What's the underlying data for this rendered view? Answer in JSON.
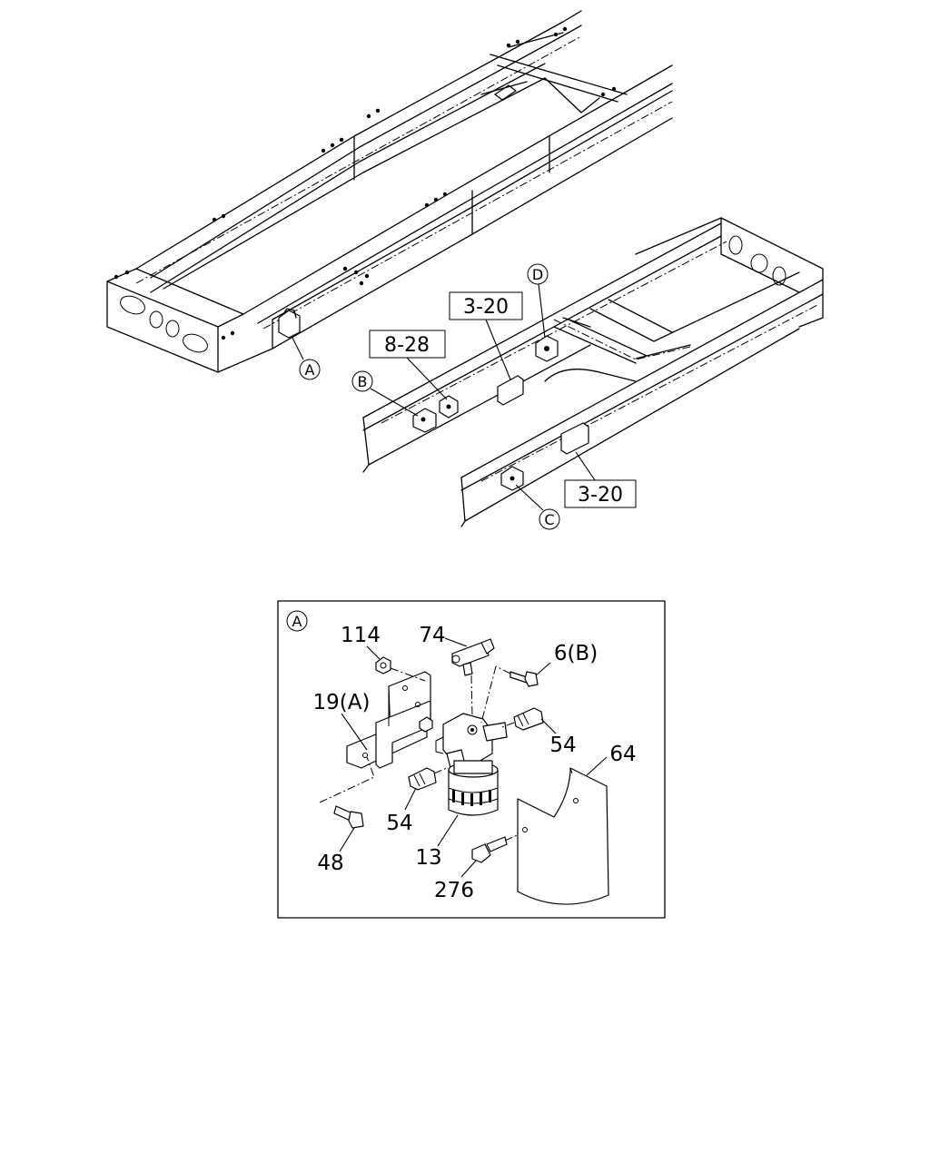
{
  "overview": {
    "callouts": {
      "a": "A",
      "b": "B",
      "c": "C",
      "d": "D"
    },
    "refs": {
      "ref_8_28": "8-28",
      "ref_3_20_top": "3-20",
      "ref_3_20_bottom": "3-20"
    }
  },
  "detail_a": {
    "view_label": "A",
    "parts": {
      "p114": "114",
      "p74": "74",
      "p6b": "6(B)",
      "p19a": "19(A)",
      "p54_right": "54",
      "p64": "64",
      "p54_left": "54",
      "p48": "48",
      "p13": "13",
      "p276": "276"
    }
  }
}
